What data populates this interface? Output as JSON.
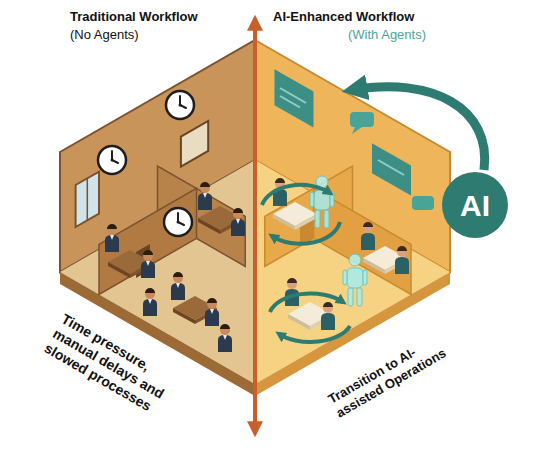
{
  "diagram": {
    "nodes": [
      {
        "text": [
          "AI"
        ]
      }
    ],
    "labels": [
      "Traditional Workflow",
      "(No Agents)",
      "AI-Enhanced Workflow",
      "(With Agents)",
      "Time pressure, manual delays and slowed processes",
      "Transition to AI-assisted Operations"
    ]
  }
}
